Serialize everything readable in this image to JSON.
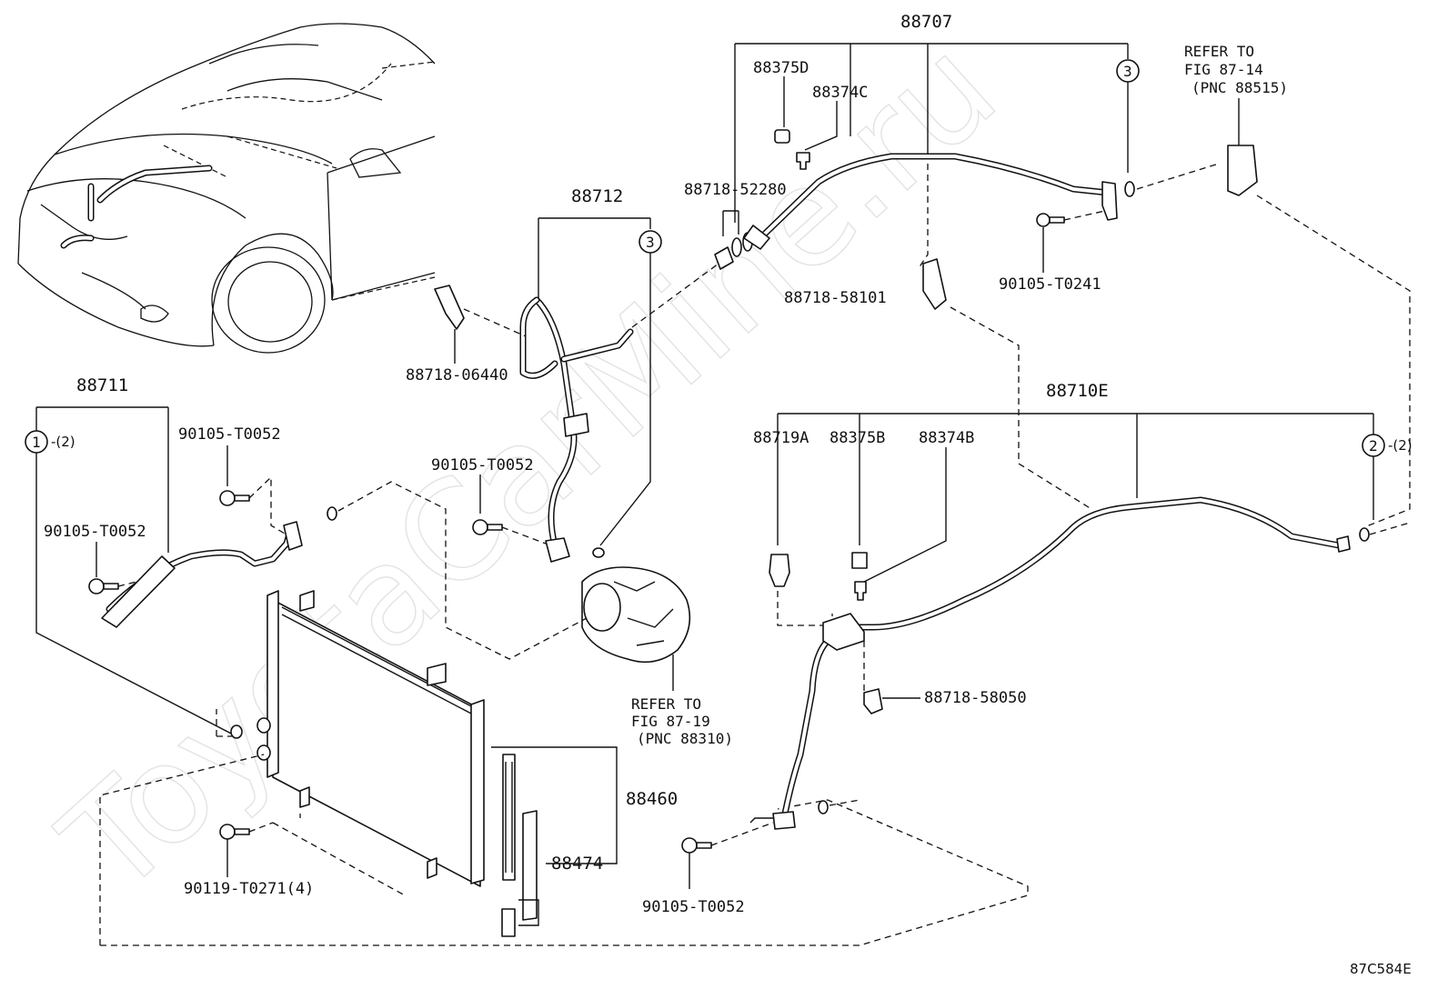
{
  "watermark": "ToyotaCarMine.ru",
  "diagram_code": "87C584E",
  "labels": {
    "p88707": "88707",
    "p88375d": "88375D",
    "p88374c": "88374C",
    "p88718_52280": "88718-52280",
    "p88712": "88712",
    "p88718_06440": "88718-06440",
    "p88718_58101": "88718-58101",
    "p90105_t0241": "90105-T0241",
    "p88711": "88711",
    "p90105_t0052_a": "90105-T0052",
    "p90105_t0052_b": "90105-T0052",
    "p90105_t0052_c": "90105-T0052",
    "p90105_t0052_d": "90105-T0052",
    "p88710e": "88710E",
    "p88719a": "88719A",
    "p88375b": "88375B",
    "p88374b": "88374B",
    "p88718_58050": "88718-58050",
    "p88460": "88460",
    "p88474": "88474",
    "p90119_t0271": "90119-T0271(4)"
  },
  "refs": {
    "top_right": {
      "line1": "REFER TO",
      "line2": "FIG 87-14",
      "line3": "(PNC 88515)"
    },
    "compressor": {
      "line1": "REFER TO",
      "line2": "FIG 87-19",
      "line3": "(PNC 88310)"
    }
  },
  "callouts": {
    "c1": "1",
    "c1_qty": "-(2)",
    "c2": "2",
    "c2_qty": "-(2)",
    "c3_top": "3",
    "c3_mid": "3"
  }
}
